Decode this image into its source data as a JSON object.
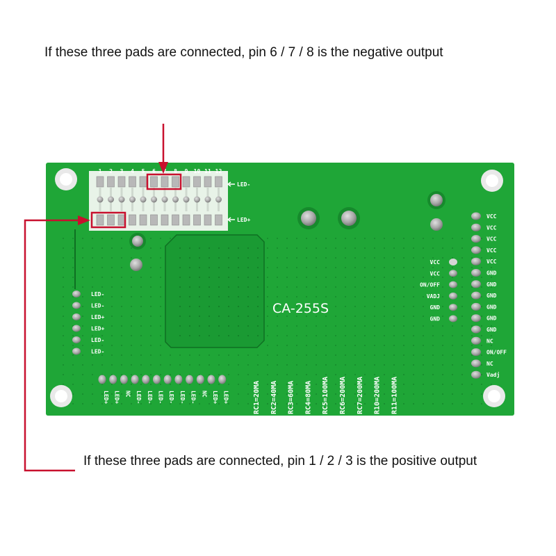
{
  "captions": {
    "top": "If these three pads are connected, pin 6 / 7 / 8 is the negative output",
    "bottom": "If these three pads are connected, pin 1 / 2 / 3 is the positive output"
  },
  "board": {
    "model": "CA-255S",
    "pin_numbers": [
      "1",
      "2",
      "3",
      "4",
      "5",
      "6",
      "7",
      "8",
      "9",
      "10",
      "11",
      "12"
    ],
    "led_minus_label": "LED-",
    "led_plus_label": "LED+",
    "left_header_labels": [
      "LED-",
      "LED-",
      "LED+",
      "LED+",
      "LED-",
      "LED-"
    ],
    "bottom_header_labels": [
      "LED+",
      "LED+",
      "NC",
      "LED-",
      "LED-",
      "LED-",
      "LED-",
      "LED-",
      "LED-",
      "NC",
      "LED+",
      "LED+"
    ],
    "resistor_labels": [
      "RC1=20MA",
      "RC2=40MA",
      "RC3=60MA",
      "RC4=80MA",
      "RC5=100MA",
      "RC6=200MA",
      "RC7=200MA",
      "R10=200MA",
      "R11=100MA"
    ],
    "small_header_labels": [
      "VCC",
      "VCC",
      "ON/OFF",
      "VADJ",
      "GND",
      "GND"
    ],
    "right_header_labels": [
      "VCC",
      "VCC",
      "VCC",
      "VCC",
      "VCC",
      "GND",
      "GND",
      "GND",
      "GND",
      "GND",
      "GND",
      "NC",
      "ON/OFF",
      "NC",
      "Vadj"
    ]
  },
  "colors": {
    "board": "#1fa637",
    "board_dark": "#15892a",
    "silk": "#ffffff",
    "annotation": "#c8102e",
    "pad": "#9a9a9a"
  }
}
